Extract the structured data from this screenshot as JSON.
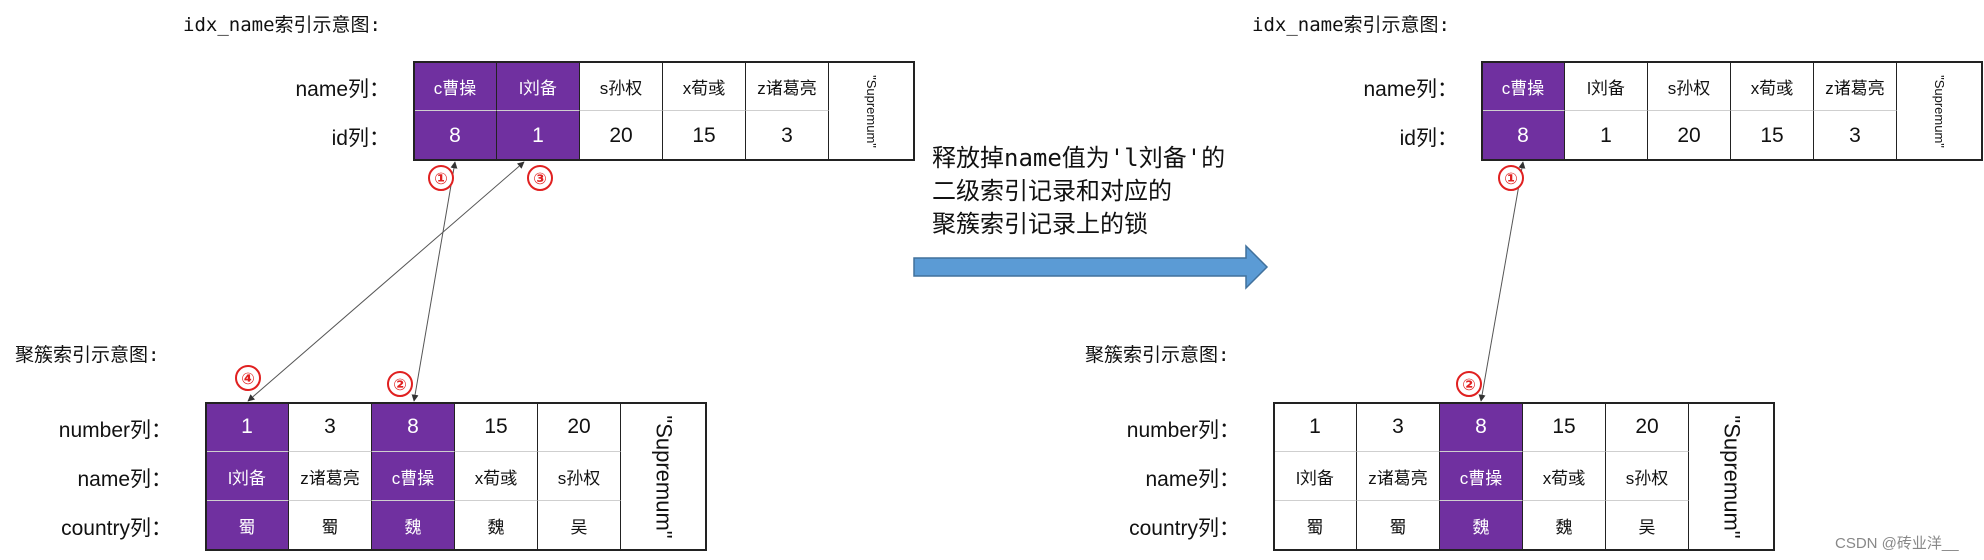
{
  "left": {
    "secondary_title": "idx_name索引示意图:",
    "clustered_title": "聚簇索引示意图:"
  },
  "right": {
    "secondary_title": "idx_name索引示意图:",
    "clustered_title": "聚簇索引示意图:"
  },
  "labels": {
    "name_col": "name列：",
    "id_col": "id列：",
    "number_col": "number列：",
    "country_col": "country列："
  },
  "supremum_text": "\"Supremum\"",
  "secondary_index": {
    "names": [
      "c曹操",
      "l刘备",
      "s孙权",
      "x荀彧",
      "z诸葛亮"
    ],
    "ids": [
      "8",
      "1",
      "20",
      "15",
      "3"
    ]
  },
  "clustered_index": {
    "numbers": [
      "1",
      "3",
      "8",
      "15",
      "20"
    ],
    "names": [
      "l刘备",
      "z诸葛亮",
      "c曹操",
      "x荀彧",
      "s孙权"
    ],
    "countries": [
      "蜀",
      "蜀",
      "魏",
      "魏",
      "吴"
    ]
  },
  "markers": {
    "m1": "①",
    "m2": "②",
    "m3": "③",
    "m4": "④"
  },
  "caption": {
    "line1": "释放掉name值为'l刘备'的",
    "line2": "二级索引记录和对应的",
    "line3": "聚簇索引记录上的锁"
  },
  "colors": {
    "highlight": "#7030a0",
    "marker": "#e02020",
    "arrow_fill": "#5b9bd5",
    "arrow_stroke": "#41719c"
  },
  "watermark": "CSDN @砖业洋__"
}
